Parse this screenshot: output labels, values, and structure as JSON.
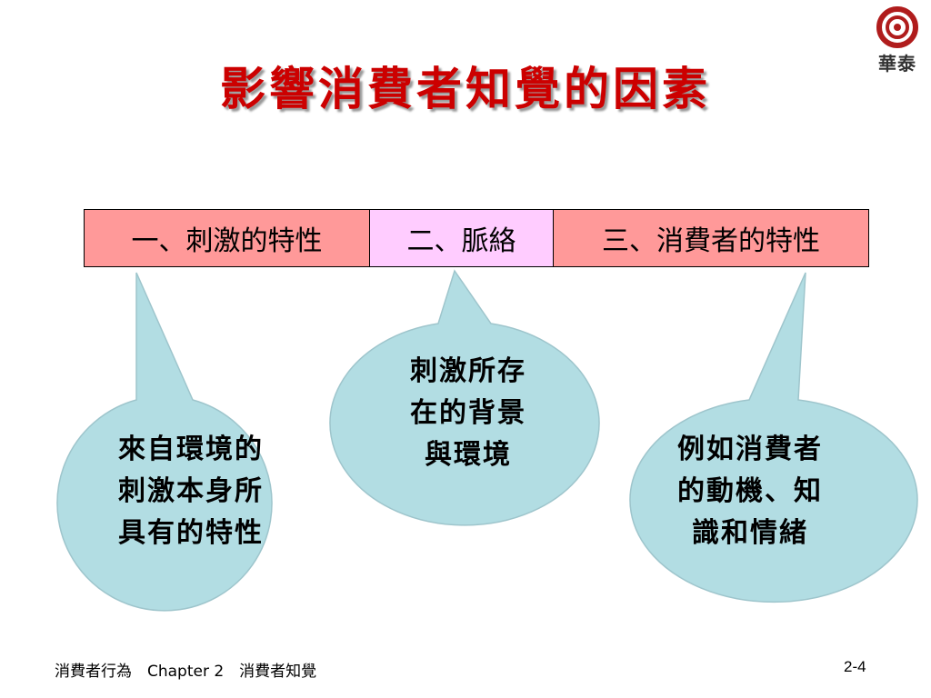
{
  "slide": {
    "title": "影響消費者知覺的因素",
    "logo_text": "華泰"
  },
  "factors": [
    {
      "label": "一、刺激的特性"
    },
    {
      "label": "二、脈絡"
    },
    {
      "label": "三、消費者的特性"
    }
  ],
  "bubbles": [
    {
      "lines": [
        "來自環境的",
        "刺激本身所",
        "具有的特性"
      ]
    },
    {
      "lines": [
        "刺激所存",
        "在的背景",
        "與環境"
      ]
    },
    {
      "lines": [
        "例如消費者",
        "的動機、知",
        "識和情緒"
      ]
    }
  ],
  "footer": {
    "left": "消費者行為　Chapter 2　消費者知覺",
    "page": "2-4"
  },
  "colors": {
    "title": "#cc0000",
    "factor_1": "#ff9999",
    "factor_2": "#ffccff",
    "factor_3": "#ff9999",
    "bubble": "#b2dde3"
  }
}
